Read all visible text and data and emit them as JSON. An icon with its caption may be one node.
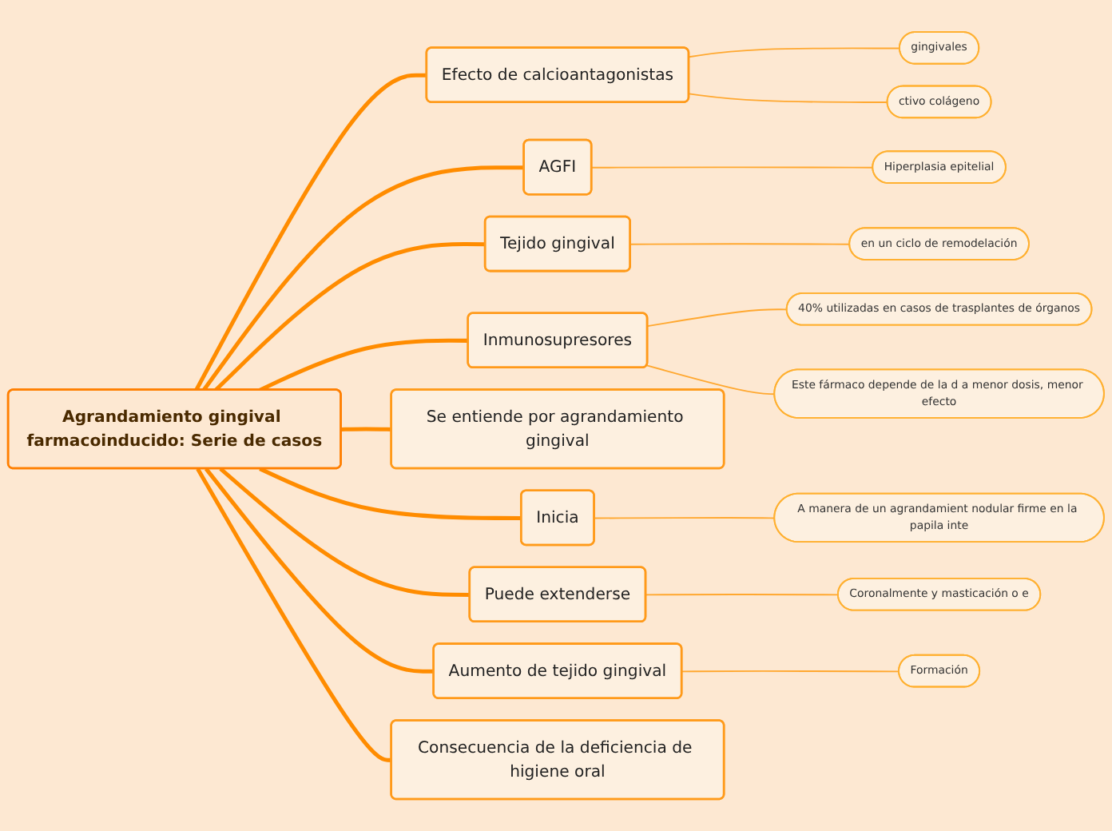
{
  "diagram": {
    "nodes": [
      {
        "text": [
          "Agrandamiento gingival farmacoinducido: Serie de casos"
        ]
      },
      {
        "text": [
          "Efecto de calcioantagonistas"
        ]
      },
      {
        "text": [
          "gingivales"
        ]
      },
      {
        "text": [
          "ctivo colágeno"
        ]
      },
      {
        "text": [
          "AGFI"
        ]
      },
      {
        "text": [
          "Hiperplasia epitelial"
        ]
      },
      {
        "text": [
          "Tejido gingival"
        ]
      },
      {
        "text": [
          "en un ciclo de remodelación"
        ]
      },
      {
        "text": [
          "Inmunosupresores"
        ]
      },
      {
        "text": [
          "40% utilizadas en casos de trasplantes de órganos"
        ]
      },
      {
        "text": [
          "Este fármaco depende de la d a menor dosis, menor efecto"
        ]
      },
      {
        "text": [
          "Se entiende por agrandamiento gingival"
        ]
      },
      {
        "text": [
          "Inicia"
        ]
      },
      {
        "text": [
          "A manera de un agrandamient nodular firme en la papila inte"
        ]
      },
      {
        "text": [
          "Puede extenderse"
        ]
      },
      {
        "text": [
          "Coronalmente y masticación o e"
        ]
      },
      {
        "text": [
          "Aumento de tejido gingival"
        ]
      },
      {
        "text": [
          "Formación"
        ]
      },
      {
        "text": [
          "Consecuencia de la deficiencia de higiene oral"
        ]
      }
    ],
    "edges": [
      {
        "from": 0,
        "to": 1,
        "arrow": "none",
        "style": "thick"
      },
      {
        "from": 1,
        "to": 2,
        "arrow": "none"
      },
      {
        "from": 1,
        "to": 3,
        "arrow": "none"
      },
      {
        "from": 0,
        "to": 4,
        "arrow": "none",
        "style": "thick"
      },
      {
        "from": 4,
        "to": 5,
        "arrow": "none"
      },
      {
        "from": 0,
        "to": 6,
        "arrow": "none",
        "style": "thick"
      },
      {
        "from": 6,
        "to": 7,
        "arrow": "none"
      },
      {
        "from": 0,
        "to": 8,
        "arrow": "none",
        "style": "thick"
      },
      {
        "from": 8,
        "to": 9,
        "arrow": "none"
      },
      {
        "from": 8,
        "to": 10,
        "arrow": "none"
      },
      {
        "from": 0,
        "to": 11,
        "arrow": "none",
        "style": "thick"
      },
      {
        "from": 0,
        "to": 12,
        "arrow": "none",
        "style": "thick"
      },
      {
        "from": 12,
        "to": 13,
        "arrow": "none"
      },
      {
        "from": 0,
        "to": 14,
        "arrow": "none",
        "style": "thick"
      },
      {
        "from": 14,
        "to": 15,
        "arrow": "none"
      },
      {
        "from": 0,
        "to": 16,
        "arrow": "none",
        "style": "thick"
      },
      {
        "from": 16,
        "to": 17,
        "arrow": "none"
      },
      {
        "from": 0,
        "to": 18,
        "arrow": "none",
        "style": "thick"
      }
    ]
  }
}
